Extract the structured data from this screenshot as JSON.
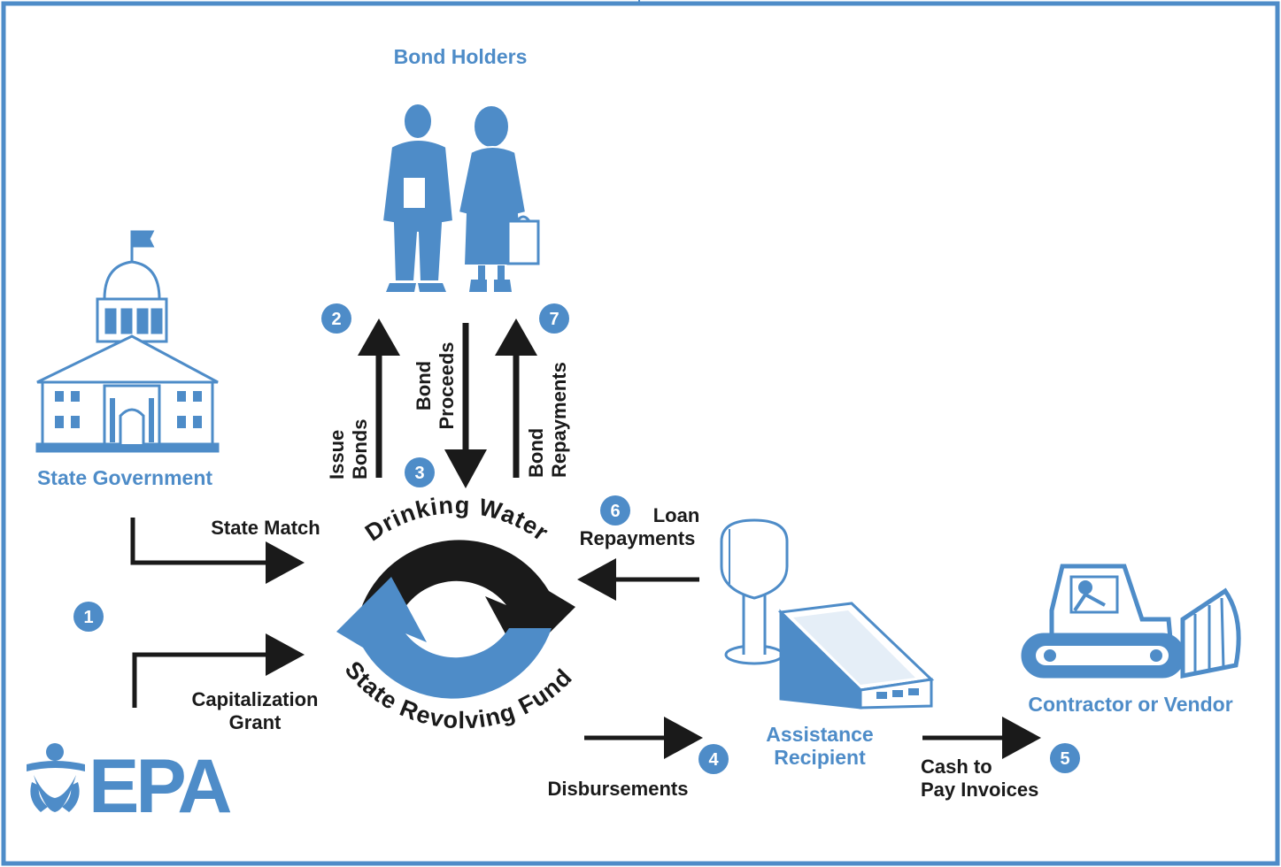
{
  "colors": {
    "accent": "#4e8cc8",
    "ink": "#1a1a1a",
    "border": "#4e8cc8"
  },
  "labels": {
    "bond_holders": "Bond Holders",
    "state_government": "State Government",
    "contractor": "Contractor or Vendor",
    "assistance_line1": "Assistance",
    "assistance_line2": "Recipient",
    "epa_logo": "EPA"
  },
  "flows": {
    "issue_bonds_1": "Issue",
    "issue_bonds_2": "Bonds",
    "bond_proceeds_1": "Bond",
    "bond_proceeds_2": "Proceeds",
    "bond_repayments_1": "Bond",
    "bond_repayments_2": "Repayments",
    "state_match": "State Match",
    "cap_grant_1": "Capitalization",
    "cap_grant_2": "Grant",
    "loan_repay_1": "Loan",
    "loan_repay_2": "Repayments",
    "disbursements": "Disbursements",
    "cash_1": "Cash to",
    "cash_2": "Pay Invoices"
  },
  "fund": {
    "top": "Drinking Water",
    "bottom": "State Revolving Fund"
  },
  "steps": {
    "s1": "1",
    "s2": "2",
    "s3": "3",
    "s4": "4",
    "s5": "5",
    "s6": "6",
    "s7": "7"
  },
  "icons": {
    "capitol": "capitol-building-icon",
    "people": "bond-holders-people-icon",
    "tower": "water-tower-icon",
    "bulldozer": "bulldozer-icon",
    "epa": "epa-logo-icon"
  }
}
